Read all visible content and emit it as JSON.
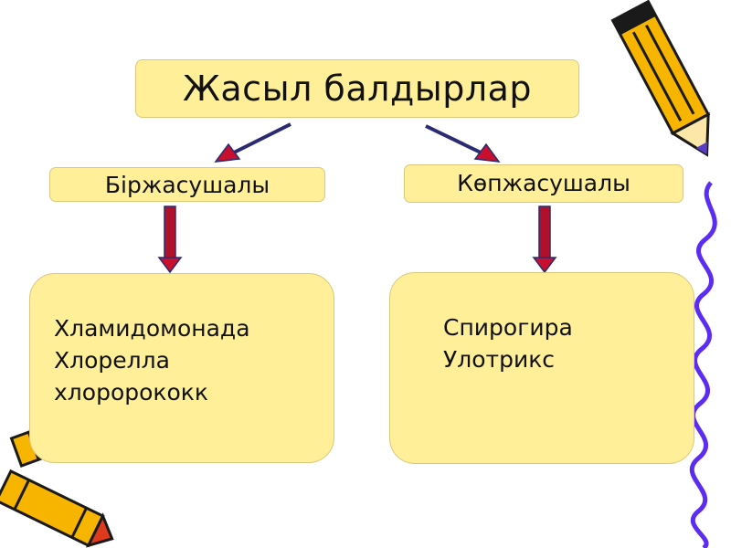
{
  "root": {
    "label": "Жасыл балдырлар"
  },
  "categories": [
    {
      "label": "Біржасушалы",
      "items": [
        "Хламидомонада",
        "Хлорелла",
        "хлорорококк"
      ]
    },
    {
      "label": "Көпжасушалы",
      "items": [
        "Спирогира",
        "Улотрикс"
      ]
    }
  ],
  "colors": {
    "box_fill": "#ffef99",
    "arrow_shaft": "#2b2b73",
    "arrow_head": "#c8102e",
    "pencil_body": "#f7b500",
    "pencil_edge": "#1a1a1a",
    "squiggle": "#5b2df0"
  },
  "icons": [
    "pencil-icon",
    "crayon-icon",
    "squiggle-line"
  ]
}
